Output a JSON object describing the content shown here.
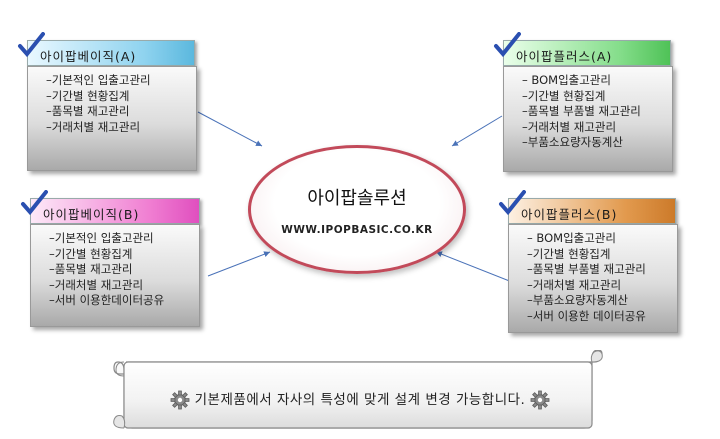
{
  "boxes": [
    {
      "title": "아이팝베이직(A)",
      "items": [
        "–기본적인 입출고관리",
        "–기간별 현황집계",
        "–품목별 재고관리",
        "–거래처별 재고관리"
      ]
    },
    {
      "title": "아이팝플러스(A)",
      "items": [
        "– BOM입출고관리",
        "–기간별 현황집계",
        "–품목별 부품별 재고관리",
        "–거래처별 재고관리",
        "–부품소요량자동계산"
      ]
    },
    {
      "title": "아이팝베이직(B)",
      "items": [
        "–기본적인 입출고관리",
        "–기간별 현황집계",
        "–품목별 재고관리",
        "–거래처별 재고관리",
        "–서버 이용한데이터공유"
      ]
    },
    {
      "title": "아이팝플러스(B)",
      "items": [
        "– BOM입출고관리",
        "–기간별 현황집계",
        "–품목별 부품별 재고관리",
        "–거래처별 재고관리",
        "–부품소요량자동계산",
        "–서버 이용한 데이터공유"
      ]
    }
  ],
  "center": {
    "title": "아이팝솔루션",
    "url": "WWW.IPOPBASIC.CO.KR"
  },
  "banner": {
    "text": "기본제품에서 자사의 특성에 맞게 설계 변경 가능합니다."
  },
  "colors": {
    "header_blue": "#8fd3ef",
    "header_green": "#84dd8a",
    "header_pink": "#f07fd2",
    "header_orange": "#e29a4e",
    "ellipse_border": "#c24a5a",
    "arrow": "#4a72b8",
    "check": "#2a4fb0"
  }
}
